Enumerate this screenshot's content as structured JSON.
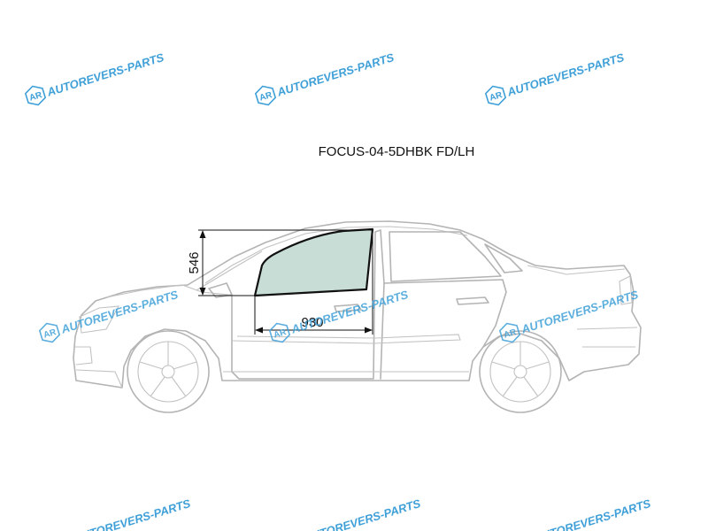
{
  "title": "FOCUS-04-5DHBK FD/LH",
  "dimensions": {
    "height": "546",
    "width": "930"
  },
  "watermark": {
    "text": "AUTOREVERS-PARTS",
    "logo_text": "AR"
  },
  "colors": {
    "watermark": "#3fa0d8",
    "glass_fill": "#c7ddd6",
    "glass_stroke": "#111111",
    "car_outline": "#b4b4b4",
    "dimension_line": "#111111"
  }
}
